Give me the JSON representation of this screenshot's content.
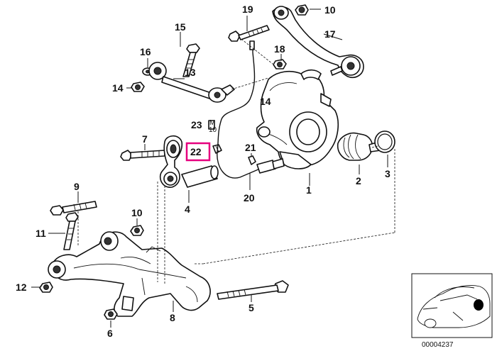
{
  "diagram": {
    "highlight_color": "#e6007e",
    "highlighted_part": "22",
    "catalog_number": "00004237",
    "callouts": {
      "c1": "1",
      "c2": "2",
      "c3": "3",
      "c4": "4",
      "c5": "5",
      "c6": "6",
      "c7": "7",
      "c8": "8",
      "c9": "9",
      "c10a": "10",
      "c10b": "10",
      "c11": "11",
      "c12": "12",
      "c13": "13",
      "c14a": "14",
      "c14b": "14",
      "c15": "15",
      "c16": "16",
      "c17": "17",
      "c18": "18",
      "c19": "19",
      "c20": "20",
      "c21": "21",
      "c22": "22",
      "c23": "23"
    },
    "small_marks": {
      "m23": "M",
      "m23b": "10"
    }
  }
}
